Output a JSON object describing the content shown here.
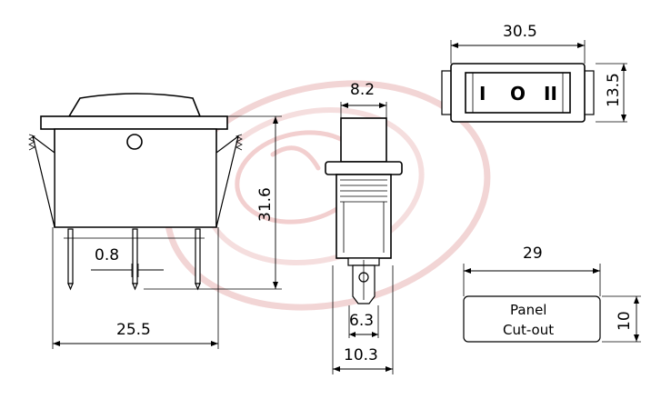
{
  "dimensions": {
    "side_width": "25.5",
    "side_height": "31.6",
    "pin_spacing": "0.8",
    "front_width": "8.2",
    "front_terminal": "6.3",
    "front_body": "10.3",
    "top_width": "30.5",
    "top_height": "13.5",
    "cutout_width": "29",
    "cutout_height": "10"
  },
  "rocker_symbols": {
    "left": "I",
    "middle": "O",
    "right": "II"
  },
  "cutout": {
    "line1": "Panel",
    "line2": "Cut-out"
  },
  "colors": {
    "watermark": "#e8b4b4",
    "line": "#000000"
  }
}
